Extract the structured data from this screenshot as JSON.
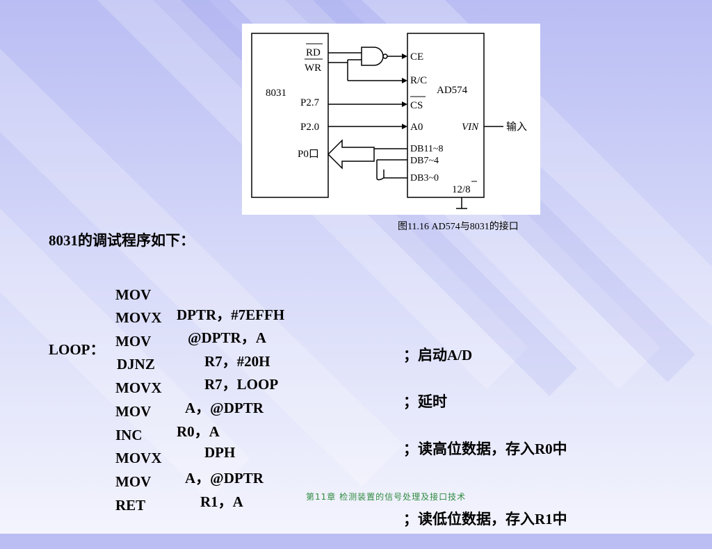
{
  "figure": {
    "caption": "图11.16  AD574与8031的接口",
    "left_chip": {
      "name": "8031",
      "pins": [
        "RD",
        "WR",
        "P2.7",
        "P2.0",
        "P0口"
      ]
    },
    "right_chip": {
      "name": "AD574",
      "pins": [
        "CE",
        "R/C",
        "CS",
        "A0",
        "DB11~8",
        "DB7~4",
        "DB3~0",
        "12/8"
      ],
      "vin": "VIN",
      "input_label": "输入"
    }
  },
  "program": {
    "title": "8031的调试程序如下：",
    "lines": [
      {
        "label": "",
        "op": "MOV",
        "operand": "DPTR，#7EFFH",
        "comment": ""
      },
      {
        "label": "",
        "op": "MOVX",
        "operand": "@DPTR，A",
        "comment": "；启动A/D"
      },
      {
        "label": "",
        "op": "MOV",
        "operand": "R7，#20H",
        "comment": ""
      },
      {
        "label": "LOOP：",
        "op": "DJNZ",
        "operand": "R7，LOOP",
        "comment": "；延时"
      },
      {
        "label": "",
        "op": "MOVX",
        "operand": "A，@DPTR",
        "comment": ""
      },
      {
        "label": "",
        "op": "MOV",
        "operand": "R0，A",
        "comment": "；读高位数据，存入R0中"
      },
      {
        "label": "",
        "op": "INC",
        "operand": "DPH",
        "comment": ""
      },
      {
        "label": "",
        "op": "MOVX",
        "operand": "A，@DPTR",
        "comment": ""
      },
      {
        "label": "",
        "op": "MOV",
        "operand": "R1，A",
        "comment": "；读低位数据，存入R1中"
      },
      {
        "label": "",
        "op": "RET",
        "operand": "",
        "comment": ""
      }
    ]
  },
  "footer": {
    "text": "第11章   检测装置的信号处理及接口技术"
  }
}
